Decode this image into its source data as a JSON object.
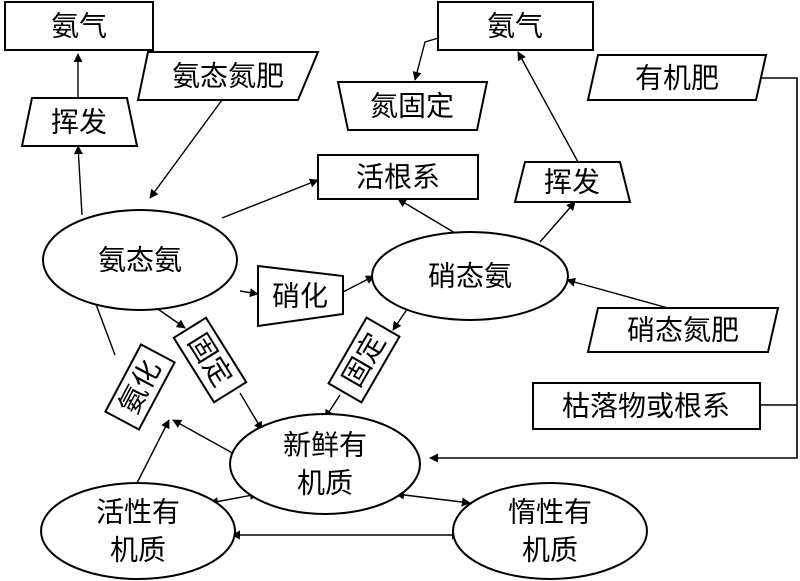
{
  "nodes": {
    "ammonia_top_left": "氨气",
    "volatilize_left": "挥发",
    "ammonium_fertilizer": "氨态氮肥",
    "ammonium_n": "氨态氨",
    "nitrification": "硝化",
    "nitrate_n": "硝态氨",
    "ammonia_top_right": "氨气",
    "n_fixation_top": "氮固定",
    "live_roots": "活根系",
    "volatilize_right": "挥发",
    "organic_fertilizer": "有机肥",
    "nitrate_fertilizer": "硝态氮肥",
    "litter_or_roots": "枯落物或根系",
    "ammonification": "氨化",
    "fixation_left": "固定",
    "fixation_right": "固定",
    "fresh_om_line1": "新鲜有",
    "fresh_om_line2": "机质",
    "active_om_line1": "活性有",
    "active_om_line2": "机质",
    "inert_om_line1": "惰性有",
    "inert_om_line2": "机质"
  }
}
